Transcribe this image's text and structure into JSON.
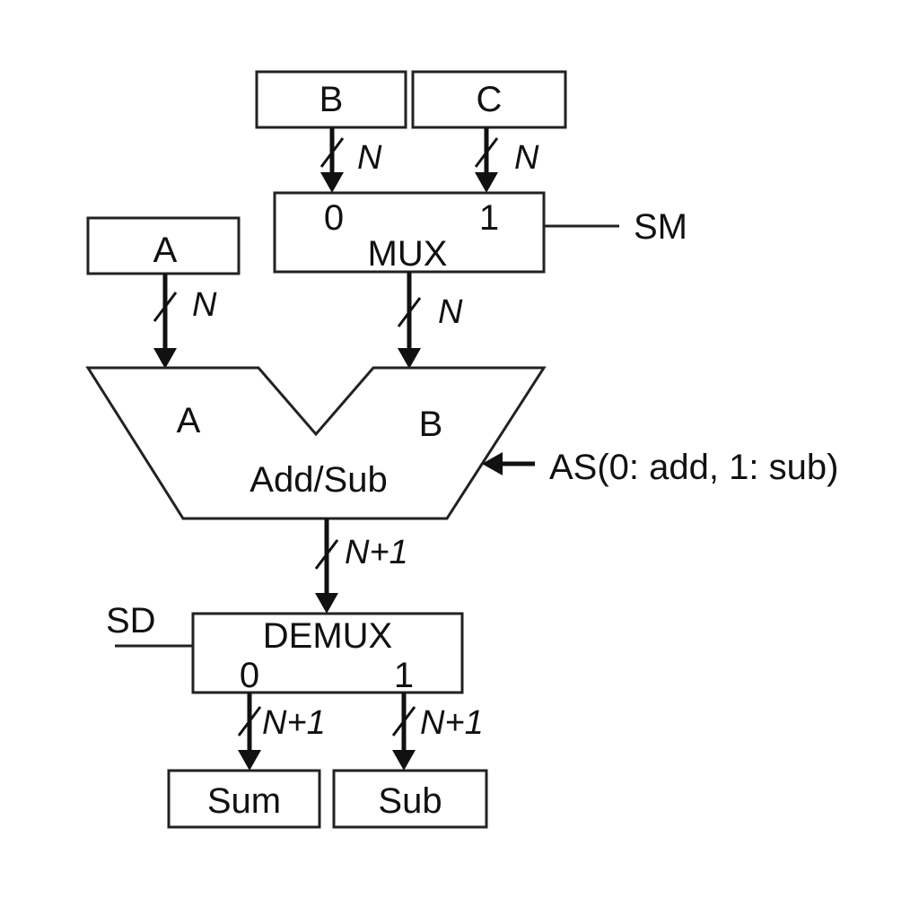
{
  "registers": {
    "a": "A",
    "b": "B",
    "c": "C",
    "sum": "Sum",
    "sub": "Sub"
  },
  "mux": {
    "label": "MUX",
    "input0": "0",
    "input1": "1",
    "select": "SM"
  },
  "alu": {
    "label": "Add/Sub",
    "input_a": "A",
    "input_b": "B",
    "control": "AS(0: add, 1: sub)"
  },
  "demux": {
    "label": "DEMUX",
    "output0": "0",
    "output1": "1",
    "select": "SD"
  },
  "bus_widths": {
    "b_to_mux": "N",
    "c_to_mux": "N",
    "a_to_alu": "N",
    "mux_to_alu": "N",
    "alu_to_demux": "N+1",
    "demux_to_sum": "N+1",
    "demux_to_sub": "N+1"
  }
}
